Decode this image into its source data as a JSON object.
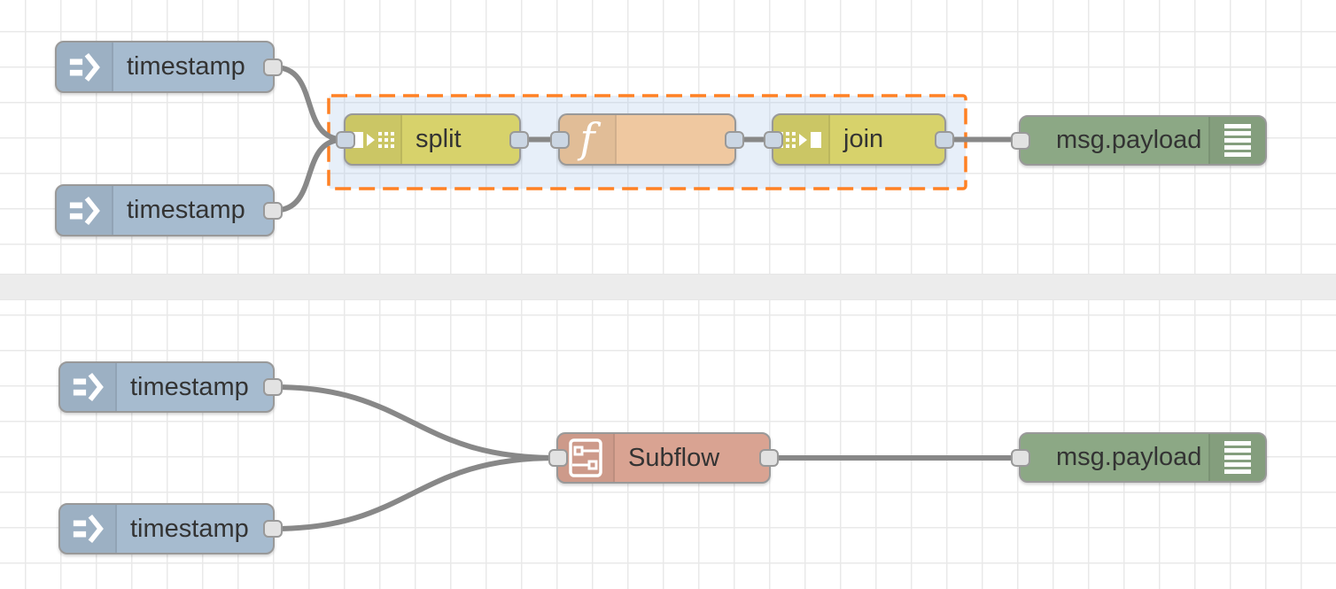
{
  "top_flow": {
    "nodes": {
      "inject1": {
        "label": "timestamp"
      },
      "inject2": {
        "label": "timestamp"
      },
      "split": {
        "label": "split"
      },
      "function": {
        "label": ""
      },
      "join": {
        "label": "join"
      },
      "debug": {
        "label": "msg.payload"
      }
    }
  },
  "bottom_flow": {
    "nodes": {
      "inject1": {
        "label": "timestamp"
      },
      "inject2": {
        "label": "timestamp"
      },
      "subflow": {
        "label": "Subflow"
      },
      "debug": {
        "label": "msg.payload"
      }
    }
  },
  "function_icon_glyph": "f",
  "colors": {
    "canvas_background": "#ffffff",
    "grid_line": "#e9e9e9",
    "divider": "#ececec",
    "wire": "#888888",
    "node_border": "#999999",
    "inject_node": "#a6bbcf",
    "split_join_node": "#d7d26b",
    "function_node": "#efc8a0",
    "debug_node": "#8ca885",
    "subflow_node": "#d9a392",
    "selection_border": "#ff8124",
    "selection_fill": "rgba(174,203,235,0.30)",
    "port_fill": "#e2e2e2",
    "port_fill_selected_area": "#cbd6e3",
    "label_text": "#333333"
  },
  "icons": {
    "inject": "arrow-right-icon",
    "split": "split-icon",
    "function": "function-f-icon",
    "join": "join-icon",
    "debug": "list-lines-icon",
    "subflow": "subflow-box-icon"
  }
}
